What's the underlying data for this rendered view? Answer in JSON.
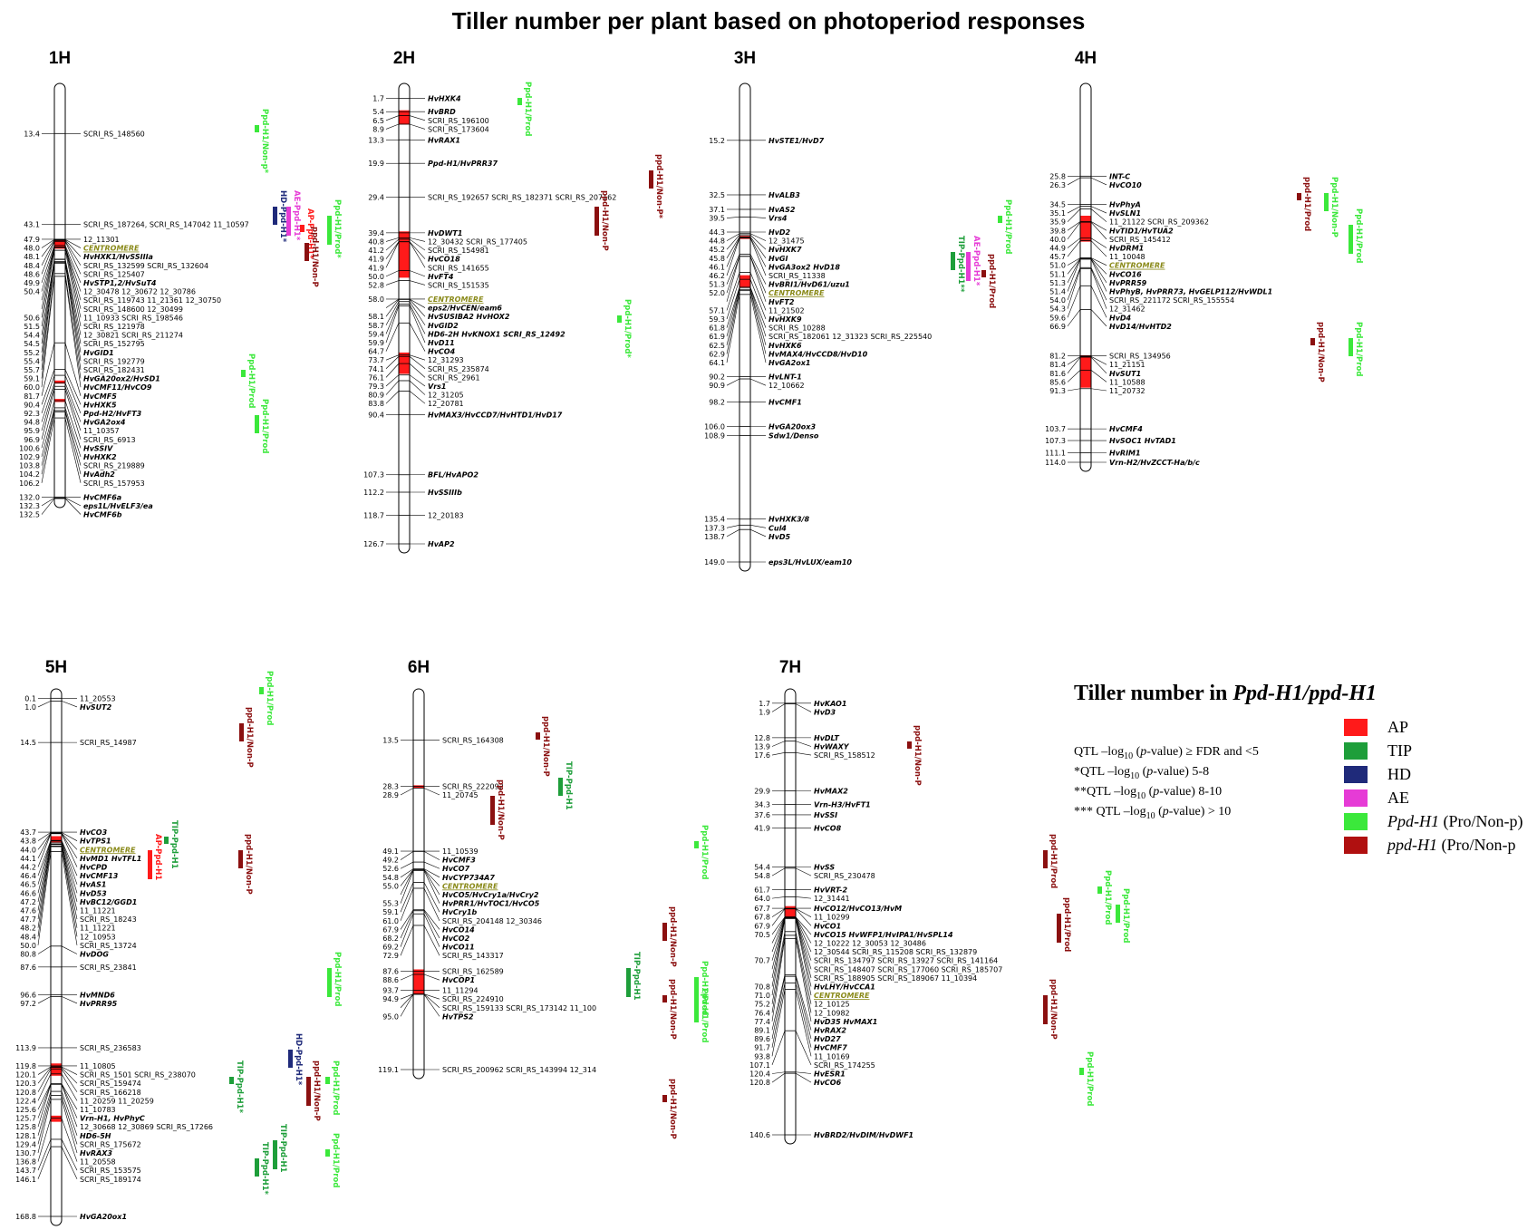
{
  "title": "Tiller number per plant based on photoperiod responses",
  "colors": {
    "AP": "#ff1a1a",
    "TIP": "#1e9e3a",
    "HD": "#1f2a7a",
    "AE": "#e63bd6",
    "Ppd": "#3be83b",
    "ppd": "#8b1010",
    "centromere": "#8a8a1a"
  },
  "chromosomes": [
    {
      "name": "1H",
      "markers": [
        [
          "13.4",
          "SCRI_RS_148560"
        ],
        [
          "43.1",
          "SCRI_RS_187264, SCRI_RS_147042 11_10597"
        ],
        [
          "47.9",
          "12_11301"
        ],
        [
          "48.0",
          "CENTROMERE"
        ],
        [
          "48.1",
          "HvHXK1/HvSSIIIa"
        ],
        [
          "48.4",
          "SCRI_RS_132599 SCRI_RS_132604"
        ],
        [
          "48.6",
          "SCRI_RS_125407"
        ],
        [
          "49.9",
          "HvSTP1,2/HvSuT4"
        ],
        [
          "50.4",
          "12_30478 12_30672 12_30786"
        ],
        [
          "",
          "SCRI_RS_119743 11_21361 12_30750"
        ],
        [
          "",
          "SCRI_RS_148600 12_30499"
        ],
        [
          "50.6",
          "11_10933 SCRI_RS_198546"
        ],
        [
          "51.5",
          "SCRI_RS_121978"
        ],
        [
          "54.4",
          "12_30821 SCRI_RS_211274"
        ],
        [
          "54.5",
          "SCRI_RS_152795"
        ],
        [
          "55.2",
          "HvGID1"
        ],
        [
          "55.4",
          "SCRI_RS_192779"
        ],
        [
          "55.7",
          "SCRI_RS_182431"
        ],
        [
          "59.1",
          "HvGA20ox2/HvSD1"
        ],
        [
          "60.0",
          "HvCMF11/HvCO9"
        ],
        [
          "81.7",
          "HvCMF5"
        ],
        [
          "90.4",
          "HvHXK5"
        ],
        [
          "92.3",
          "Ppd-H2/HvFT3"
        ],
        [
          "94.8",
          "HvGA2ox4"
        ],
        [
          "95.9",
          "11_10357"
        ],
        [
          "96.9",
          "SCRI_RS_6913"
        ],
        [
          "100.6",
          "HvSSIV"
        ],
        [
          "102.9",
          "HvHXK2"
        ],
        [
          "103.8",
          "SCRI_RS_219889"
        ],
        [
          "104.2",
          "HvAdh2"
        ],
        [
          "106.2",
          "SCRI_RS_157953"
        ],
        [
          "132.0",
          "HvCMF6a"
        ],
        [
          "132.3",
          "eps1L/HvELF3/ea"
        ],
        [
          "132.5",
          "HvCMF6b"
        ]
      ],
      "qtl": [
        "Ppd-H1/Non-p*",
        "HD-Ppd-H1*",
        "AE-Ppd-H1*",
        "AP-Ppd-H1*",
        "ppd-H1/Non-P",
        "Ppd-H1/Prod*",
        "Ppd-H1/Prod",
        "Ppd-H1/Prod"
      ]
    },
    {
      "name": "2H",
      "markers": [
        [
          "1.7",
          "HvHXK4"
        ],
        [
          "5.4",
          "HvBRD"
        ],
        [
          "6.5",
          "SCRI_RS_196100"
        ],
        [
          "8.9",
          "SCRI_RS_173604"
        ],
        [
          "13.3",
          "HvRAX1"
        ],
        [
          "19.9",
          "Ppd-H1/HvPRR37"
        ],
        [
          "29.4",
          "SCRI_RS_192657 SCRI_RS_182371 SCRI_RS_207162"
        ],
        [
          "39.4",
          "HvDWT1"
        ],
        [
          "40.8",
          "12_30432 SCRI_RS_177405"
        ],
        [
          "41.2",
          "SCRI_RS_154981"
        ],
        [
          "41.9",
          "HvCO18"
        ],
        [
          "41.9",
          "SCRI_RS_141655"
        ],
        [
          "50.0",
          "HvFT4"
        ],
        [
          "52.8",
          "SCRI_RS_151535"
        ],
        [
          "58.0",
          "CENTROMERE"
        ],
        [
          "",
          "eps2/HvCEN/eam6"
        ],
        [
          "58.1",
          "HvSUSIBA2 HvHOX2"
        ],
        [
          "58.7",
          "HvGID2"
        ],
        [
          "59.4",
          "HD6-2H HvKNOX1 SCRI_RS_12492"
        ],
        [
          "59.9",
          "HvD11"
        ],
        [
          "64.7",
          "HvCO4"
        ],
        [
          "73.7",
          "12_31293"
        ],
        [
          "74.1",
          "SCRI_RS_235874"
        ],
        [
          "76.1",
          "SCRI_RS_2961"
        ],
        [
          "79.3",
          "Vrs1"
        ],
        [
          "80.9",
          "12_31205"
        ],
        [
          "83.8",
          "12_20781"
        ],
        [
          "90.4",
          "HvMAX3/HvCCD7/HvHTD1/HvD17"
        ],
        [
          "107.3",
          "BFL/HvAPO2"
        ],
        [
          "112.2",
          "HvSSIIIb"
        ],
        [
          "118.7",
          "12_20183"
        ],
        [
          "126.7",
          "HvAP2"
        ]
      ],
      "qtl": [
        "Ppd-H1/Prod",
        "ppd-H1/Non-P*",
        "ppd-H1/Non-P",
        "Ppd-H1/Prod*"
      ]
    },
    {
      "name": "3H",
      "markers": [
        [
          "15.2",
          "HvSTE1/HvD7"
        ],
        [
          "32.5",
          "HvALB3"
        ],
        [
          "37.1",
          "HvAS2"
        ],
        [
          "39.5",
          "Vrs4"
        ],
        [
          "44.3",
          "HvD2"
        ],
        [
          "44.8",
          "12_31475"
        ],
        [
          "45.2",
          "HvHXK7"
        ],
        [
          "45.8",
          "HvGI"
        ],
        [
          "46.1",
          "HvGA3ox2 HvD18"
        ],
        [
          "46.2",
          "SCRI_RS_11338"
        ],
        [
          "51.3",
          "HvBRI1/HvD61/uzu1"
        ],
        [
          "52.0",
          "CENTROMERE"
        ],
        [
          "",
          "HvFT2"
        ],
        [
          "57.1",
          "11_21502"
        ],
        [
          "59.3",
          "HvHXK9"
        ],
        [
          "61.8",
          "SCRI_RS_10288"
        ],
        [
          "61.9",
          "SCRI_RS_182061 12_31323 SCRI_RS_225540"
        ],
        [
          "62.5",
          "HvHXK6"
        ],
        [
          "62.9",
          "HvMAX4/HvCCD8/HvD10"
        ],
        [
          "64.1",
          "HvGA2ox1"
        ],
        [
          "90.2",
          "HvLNT-1"
        ],
        [
          "90.9",
          "12_10662"
        ],
        [
          "98.2",
          "HvCMF1"
        ],
        [
          "106.0",
          "HvGA20ox3"
        ],
        [
          "108.9",
          "Sdw1/Denso"
        ],
        [
          "135.4",
          "HvHXK3/8"
        ],
        [
          "137.3",
          "Cul4"
        ],
        [
          "138.7",
          "HvD5"
        ],
        [
          "149.0",
          "eps3L/HvLUX/eam10"
        ]
      ],
      "qtl": [
        "Ppd-H1/Prod",
        "TIP-Ppd-H1**",
        "AE-Ppd-H1*",
        "ppd-H1/Prod"
      ]
    },
    {
      "name": "4H",
      "markers": [
        [
          "25.8",
          "INT-C"
        ],
        [
          "26.3",
          "HvCO10"
        ],
        [
          "34.5",
          "HvPhyA"
        ],
        [
          "35.1",
          "HvSLN1"
        ],
        [
          "35.9",
          "11_21122 SCRI_RS_209362"
        ],
        [
          "39.8",
          "HvTID1/HvTUA2"
        ],
        [
          "40.0",
          "SCRI_RS_145412"
        ],
        [
          "44.9",
          "HvDRM1"
        ],
        [
          "45.7",
          "11_10048"
        ],
        [
          "51.0",
          "CENTROMERE"
        ],
        [
          "51.1",
          "HvCO16"
        ],
        [
          "51.3",
          "HvPRR59"
        ],
        [
          "51.4",
          "HvPhyB, HvPRR73, HvGELP112/HvWDL1"
        ],
        [
          "54.0",
          "SCRI_RS_221172 SCRI_RS_155554"
        ],
        [
          "54.3",
          "12_31462"
        ],
        [
          "59.6",
          "HvD4"
        ],
        [
          "66.9",
          "HvD14/HvHTD2"
        ],
        [
          "81.2",
          "SCRI_RS_134956"
        ],
        [
          "81.4",
          "11_21151"
        ],
        [
          "81.6",
          "HvSUT1"
        ],
        [
          "85.6",
          "11_10588"
        ],
        [
          "91.3",
          "11_20732"
        ],
        [
          "103.7",
          "HvCMF4"
        ],
        [
          "107.3",
          "HvSOC1 HvTAD1"
        ],
        [
          "111.1",
          "HvRIM1"
        ],
        [
          "114.0",
          "Vrn-H2/HvZCCT-Ha/b/c"
        ]
      ],
      "qtl": [
        "ppd-H1/Prod",
        "Ppd-H1/Non-P",
        "Ppd-H1/Prod",
        "ppd-H1/Non-P",
        "Ppd-H1/Prod"
      ]
    },
    {
      "name": "5H",
      "markers": [
        [
          "0.1",
          "11_20553"
        ],
        [
          "1.0",
          "HvSUT2"
        ],
        [
          "14.5",
          "SCRI_RS_14987"
        ],
        [
          "43.7",
          "HvCO3"
        ],
        [
          "43.8",
          "HvTPS1"
        ],
        [
          "44.0",
          "CENTROMERE"
        ],
        [
          "44.1",
          "HvMD1 HvTFL1"
        ],
        [
          "44.2",
          "HvCPD"
        ],
        [
          "46.4",
          "HvCMF13"
        ],
        [
          "46.5",
          "HvAS1"
        ],
        [
          "46.6",
          "HvD53"
        ],
        [
          "47.2",
          "HvBC12/GGD1"
        ],
        [
          "47.6",
          "11_11221"
        ],
        [
          "47.7",
          "SCRI_RS_18243"
        ],
        [
          "48.2",
          "11_11221"
        ],
        [
          "48.4",
          "12_10953"
        ],
        [
          "50.0",
          "SCRI_RS_13724"
        ],
        [
          "80.8",
          "HvDOG"
        ],
        [
          "87.6",
          "SCRI_RS_23841"
        ],
        [
          "96.6",
          "HvMND6"
        ],
        [
          "97.2",
          "HvPRR95"
        ],
        [
          "113.9",
          "SCRI_RS_236583"
        ],
        [
          "119.8",
          "11_10805"
        ],
        [
          "120.1",
          "SCRI_RS_1501 SCRI_RS_238070"
        ],
        [
          "120.3",
          "SCRI_RS_159474"
        ],
        [
          "120.8",
          "SCRI_RS_166218"
        ],
        [
          "122.4",
          "11_20259 11_20259"
        ],
        [
          "125.6",
          "11_10783"
        ],
        [
          "125.7",
          "Vrn-H1, HvPhyC"
        ],
        [
          "125.8",
          "12_30668 12_30869 SCRI_RS_17266"
        ],
        [
          "128.1",
          "HD6-5H"
        ],
        [
          "129.4",
          "SCRI_RS_175672"
        ],
        [
          "130.7",
          "HvRAX3"
        ],
        [
          "136.8",
          "11_20558"
        ],
        [
          "143.7",
          "SCRI_RS_153575"
        ],
        [
          "146.1",
          "SCRI_RS_189174"
        ],
        [
          "168.8",
          "HvGA20ox1"
        ]
      ],
      "qtl": [
        "Ppd-H1/Prod",
        "ppd-H1/Non-P",
        "AP-Ppd-H1",
        "TIP-Ppd-H1",
        "ppd-H1/Non-P",
        "Ppd-H1/Prod",
        "TIP-Ppd-H1*",
        "HD-Ppd-H1*",
        "ppd-H1/Non-P",
        "Ppd-H1/Prod",
        "TIP-Ppd-H1*",
        "TIP-Ppd-H1",
        "Ppd-H1/Prod"
      ]
    },
    {
      "name": "6H",
      "markers": [
        [
          "13.5",
          "SCRI_RS_164308"
        ],
        [
          "28.3",
          "SCRI_RS_222092"
        ],
        [
          "28.9",
          "11_20745"
        ],
        [
          "49.1",
          "11_10539"
        ],
        [
          "49.2",
          "HvCMF3"
        ],
        [
          "52.6",
          "HvCO7"
        ],
        [
          "54.8",
          "HvCYP734A7"
        ],
        [
          "55.0",
          "CENTROMERE"
        ],
        [
          "",
          "HvCO5/HvCry1a/HvCry2"
        ],
        [
          "55.3",
          "HvPRR1/HvTOC1/HvCO5"
        ],
        [
          "59.1",
          "HvCry1b"
        ],
        [
          "61.0",
          "SCRI_RS_204148 12_30346"
        ],
        [
          "67.9",
          "HvCO14"
        ],
        [
          "68.2",
          "HvCO2"
        ],
        [
          "69.2",
          "HvCO11"
        ],
        [
          "72.9",
          "SCRI_RS_143317"
        ],
        [
          "87.6",
          "SCRI_RS_162589"
        ],
        [
          "88.6",
          "HvCOP1"
        ],
        [
          "93.7",
          "11_11294"
        ],
        [
          "94.9",
          "SCRI_RS_224910"
        ],
        [
          "",
          "SCRI_RS_159133 SCRI_RS_173142 11_100"
        ],
        [
          "95.0",
          "HvTPS2"
        ],
        [
          "119.1",
          "SCRI_RS_200962 SCRI_RS_143994 12_314"
        ]
      ],
      "qtl": [
        "ppd-H1/Non-P",
        "TIP-Ppd-H1",
        "ppd-H1/Non-P",
        "Ppd-H1/Prod",
        "ppd-H1/Non-P",
        "TIP-Ppd-H1",
        "ppd-H1/Non-P",
        "Ppd-H1/Prod",
        "Ppd-H1/Prod",
        "ppd-H1/Non-P"
      ]
    },
    {
      "name": "7H",
      "markers": [
        [
          "1.7",
          "HvKAO1"
        ],
        [
          "1.9",
          "HvD3"
        ],
        [
          "12.8",
          "HvDLT"
        ],
        [
          "13.9",
          "HvWAXY"
        ],
        [
          "17.6",
          "SCRI_RS_158512"
        ],
        [
          "29.9",
          "HvMAX2"
        ],
        [
          "34.3",
          "Vrn-H3/HvFT1"
        ],
        [
          "37.6",
          "HvSSI"
        ],
        [
          "41.9",
          "HvCO8"
        ],
        [
          "54.4",
          "HvSS"
        ],
        [
          "54.8",
          "SCRI_RS_230478"
        ],
        [
          "61.7",
          "HvVRT-2"
        ],
        [
          "64.0",
          "12_31441"
        ],
        [
          "67.7",
          "HvCO12/HvCO13/HvM"
        ],
        [
          "67.8",
          "11_10299"
        ],
        [
          "67.9",
          "HvCO1"
        ],
        [
          "70.5",
          "HvCO15 HvWFP1/HvIPA1/HvSPL14"
        ],
        [
          "",
          "12_10222 12_30053 12_30486"
        ],
        [
          "",
          "12_30544 SCRI_RS_115208 SCRI_RS_132879"
        ],
        [
          "70.7",
          "SCRI_RS_134797 SCRI_RS_13927 SCRI_RS_141164"
        ],
        [
          "",
          "SCRI_RS_148407 SCRI_RS_177060 SCRI_RS_185707"
        ],
        [
          "",
          "SCRI_RS_188905 SCRI_RS_189067 11_10394"
        ],
        [
          "70.8",
          "HvLHY/HvCCA1"
        ],
        [
          "71.0",
          "CENTROMERE"
        ],
        [
          "75.2",
          "12_10125"
        ],
        [
          "76.4",
          "12_10982"
        ],
        [
          "77.4",
          "HvD35 HvMAX1"
        ],
        [
          "89.1",
          "HvRAX2"
        ],
        [
          "89.6",
          "HvD27"
        ],
        [
          "91.7",
          "HvCMF7"
        ],
        [
          "93.8",
          "11_10169"
        ],
        [
          "107.1",
          "SCRI_RS_174255"
        ],
        [
          "120.4",
          "HvESR1"
        ],
        [
          "120.8",
          "HvCO6"
        ],
        [
          "140.6",
          "HvBRD2/HvDIM/HvDWF1"
        ]
      ],
      "qtl": [
        "ppd-H1/Non-P",
        "ppd-H1/Prod",
        "ppd-H1/Prod",
        "Ppd-H1/Prod",
        "Ppd-H1/Prod",
        "ppd-H1/Non-P",
        "Ppd-H1/Prod"
      ]
    }
  ],
  "legend": {
    "title_plain": "Tiller number in ",
    "title_italic": "Ppd-H1/ppd-H1",
    "notes": [
      {
        "pre": "QTL –log",
        "sub": "10",
        "em": "p",
        "post": "-value) ≥ FDR and <5"
      },
      {
        "pre": "*QTL –log",
        "sub": "10",
        "em": "p",
        "post": "-value)  5-8"
      },
      {
        "pre": "**QTL –log",
        "sub": "10",
        "em": "p",
        "post": "-value) 8-10"
      },
      {
        "pre": "*** QTL –log",
        "sub": "10",
        "em": "p",
        "post": "-value) > 10"
      }
    ],
    "items": [
      {
        "label": "AP",
        "italic": "",
        "suffix": "",
        "color": "#ff1a1a"
      },
      {
        "label": "TIP",
        "italic": "",
        "suffix": "",
        "color": "#1e9e3a"
      },
      {
        "label": "HD",
        "italic": "",
        "suffix": "",
        "color": "#1f2a7a"
      },
      {
        "label": "AE",
        "italic": "",
        "suffix": "",
        "color": "#e63bd6"
      },
      {
        "label": "",
        "italic": "Ppd-H1",
        "suffix": " (Pro/Non-p)",
        "color": "#3be83b"
      },
      {
        "label": "",
        "italic": "ppd-H1",
        "suffix": " (Pro/Non-p",
        "color": "#b01010"
      }
    ]
  }
}
